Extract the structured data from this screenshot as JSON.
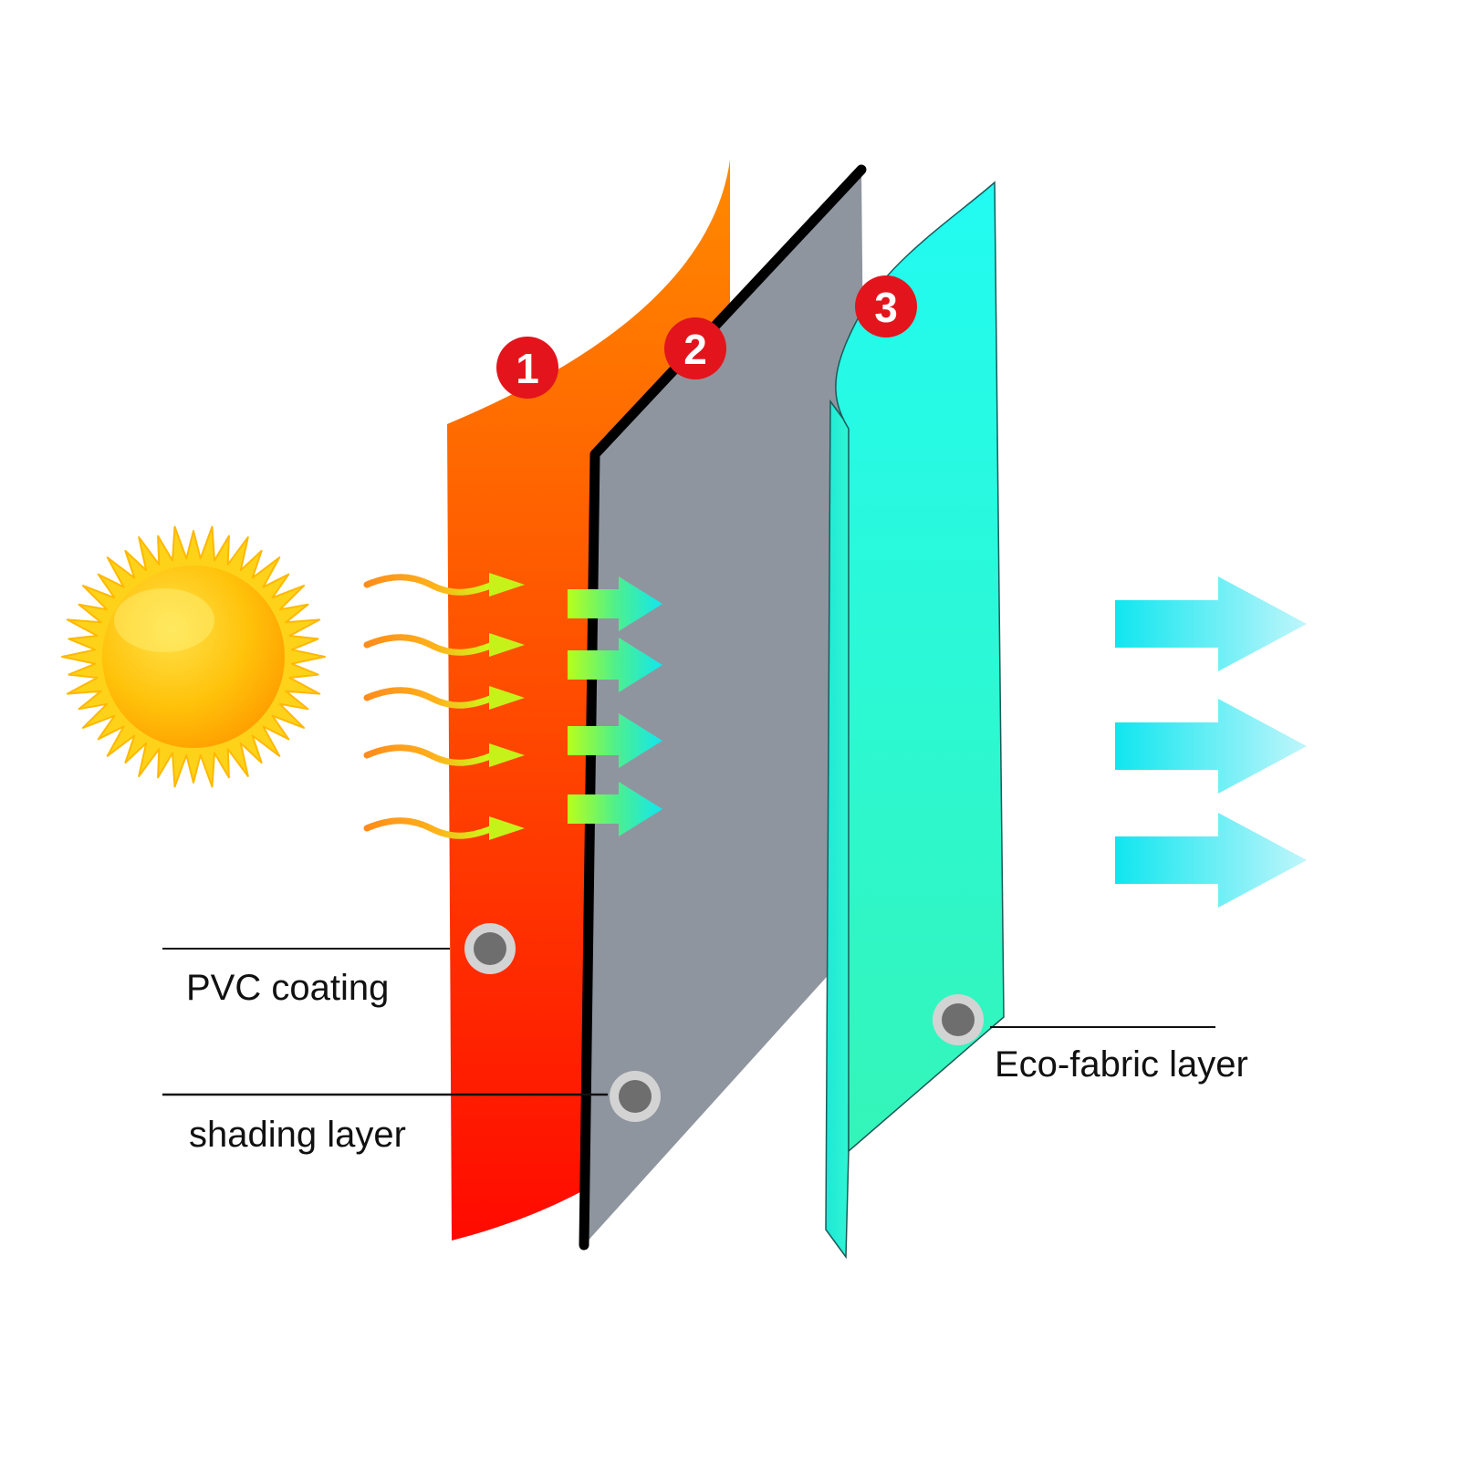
{
  "layers": [
    {
      "number": "1",
      "label": "PVC coating",
      "color": "#ff3d00"
    },
    {
      "number": "2",
      "label": "shading layer",
      "color": "#8f959f"
    },
    {
      "number": "3",
      "label": "Eco-fabric layer",
      "color": "#2ef5d8"
    }
  ],
  "colors": {
    "badge": "#e3141c",
    "sun": "#ffc400",
    "heat_wave": "#ff9c1c",
    "cool_arrow": "#18e9ef"
  },
  "icons": [
    "sun-icon",
    "heat-wave-arrow-icon",
    "cool-air-arrow-icon",
    "grommet-icon"
  ]
}
